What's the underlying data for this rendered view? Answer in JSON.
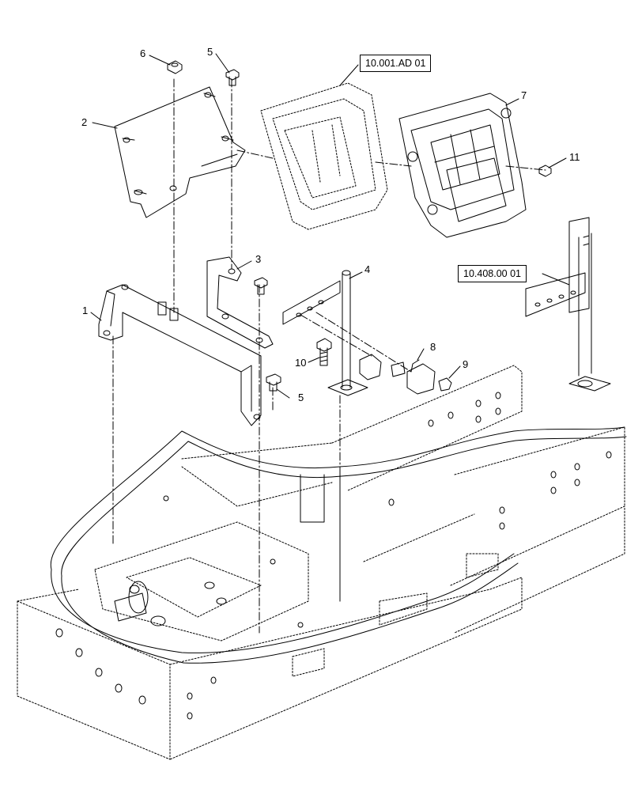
{
  "diagram": {
    "callouts": [
      "1",
      "2",
      "3",
      "4",
      "5",
      "5",
      "6",
      "7",
      "8",
      "9",
      "10",
      "11"
    ],
    "references": [
      "10.001.AD 01",
      "10.408.00 01"
    ]
  },
  "colors": {
    "line": "#000000",
    "background": "#ffffff"
  }
}
